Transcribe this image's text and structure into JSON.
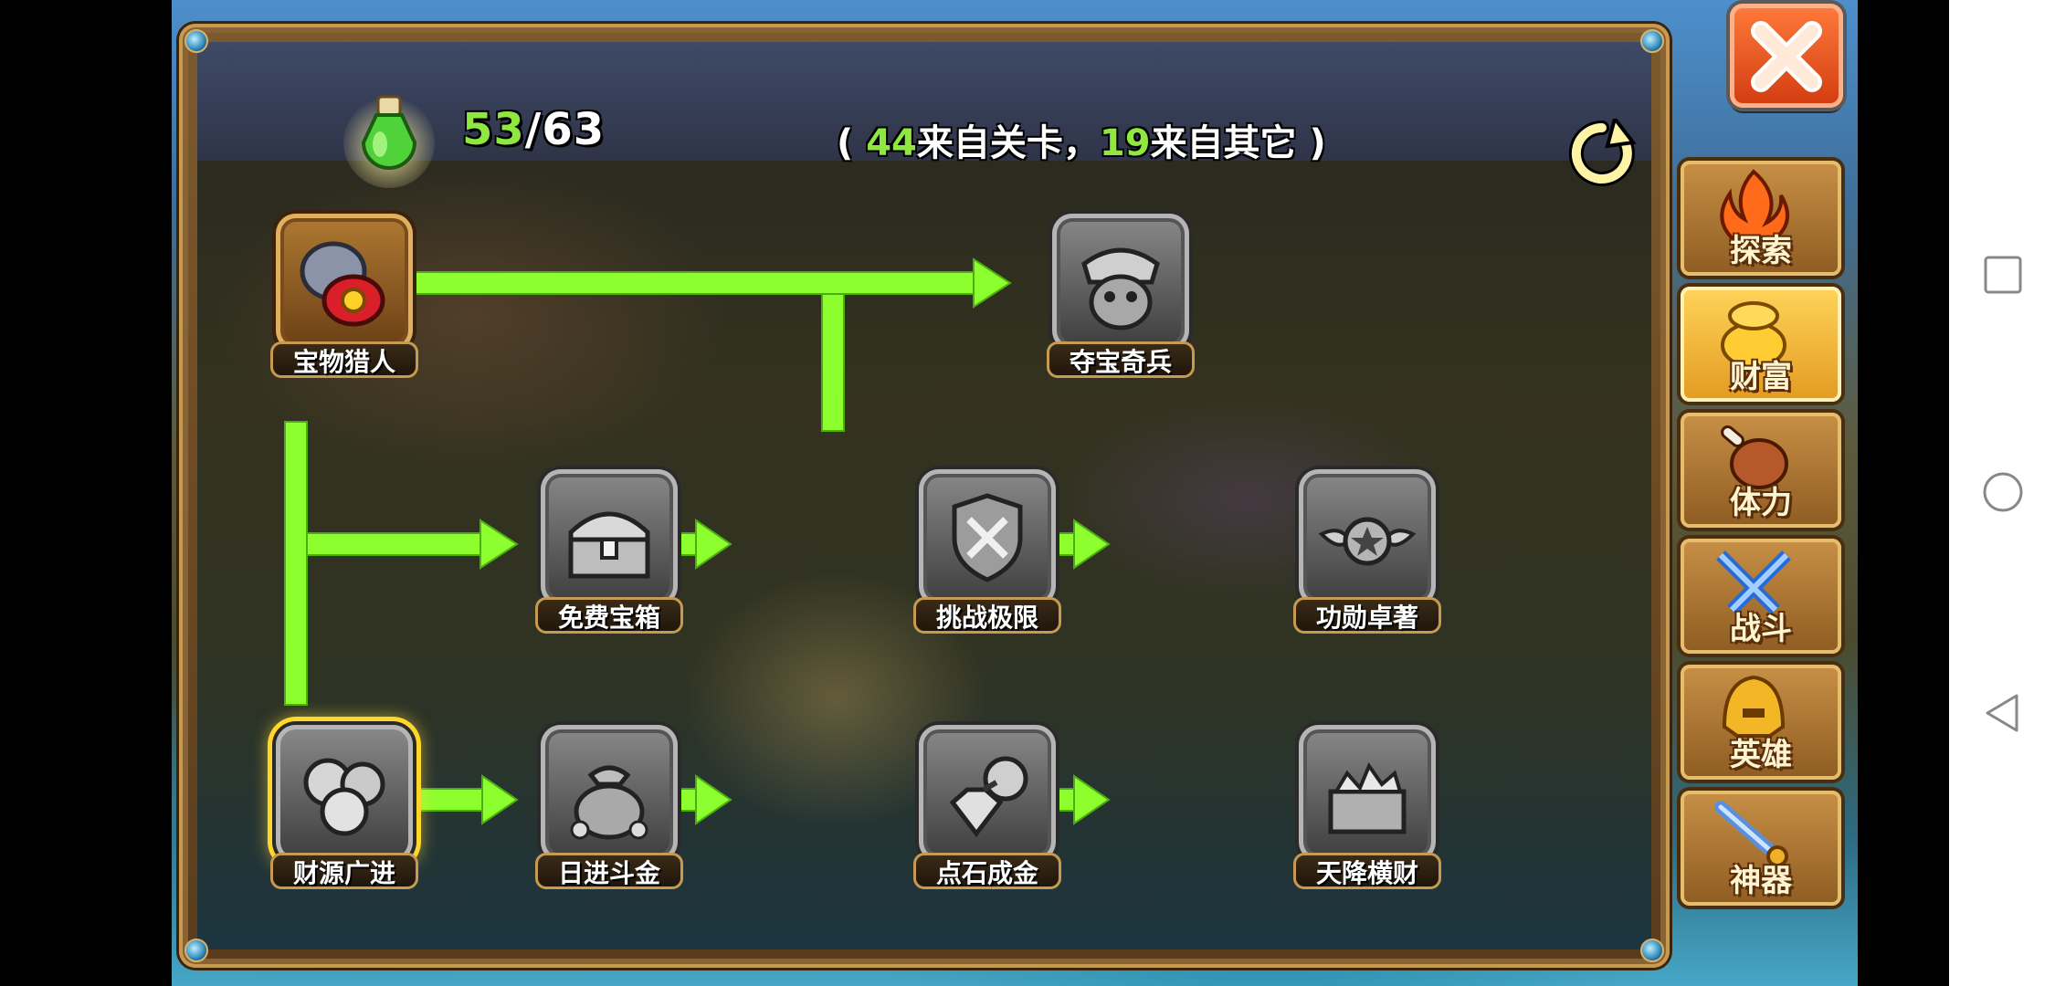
{
  "header": {
    "stamina_current": "53",
    "stamina_separator": "/",
    "stamina_max": "63",
    "source_open": "( ",
    "source_level_count": "44",
    "source_level_text": "来自关卡，",
    "source_other_count": "19",
    "source_other_text": "来自其它",
    "source_close": " )"
  },
  "skills": [
    {
      "label": "宝物猎人",
      "state": "unlocked"
    },
    {
      "label": "夺宝奇兵",
      "state": "locked"
    },
    {
      "label": "免费宝箱",
      "state": "locked"
    },
    {
      "label": "挑战极限",
      "state": "locked"
    },
    {
      "label": "功勋卓著",
      "state": "locked"
    },
    {
      "label": "财源广进",
      "state": "selected"
    },
    {
      "label": "日进斗金",
      "state": "locked"
    },
    {
      "label": "点石成金",
      "state": "locked"
    },
    {
      "label": "天降横财",
      "state": "locked"
    }
  ],
  "side_tabs": [
    {
      "label": "探索",
      "icon": "flame-icon"
    },
    {
      "label": "财富",
      "icon": "gold-bag-icon",
      "active": true
    },
    {
      "label": "体力",
      "icon": "meat-icon"
    },
    {
      "label": "战斗",
      "icon": "swords-icon"
    },
    {
      "label": "英雄",
      "icon": "helmet-icon"
    },
    {
      "label": "神器",
      "icon": "magic-sword-icon"
    }
  ],
  "colors": {
    "accent_green": "#8ee840",
    "connector_green": "#8dff2e",
    "close_orange": "#e94e1b",
    "selected_gold": "#ffd62a"
  }
}
